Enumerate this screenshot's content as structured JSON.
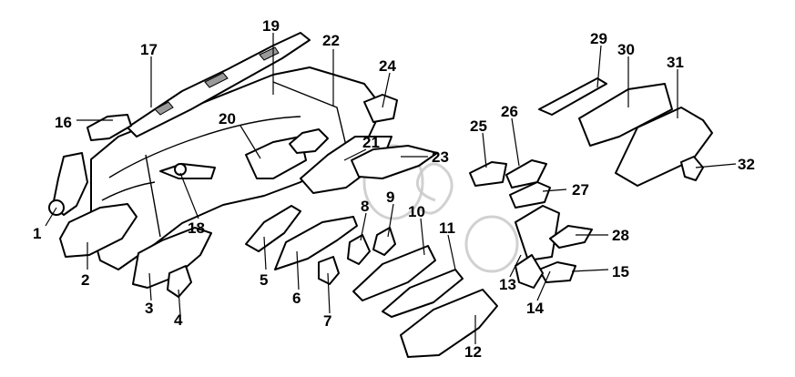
{
  "colors": {
    "line": "#000000",
    "background": "#ffffff",
    "watermark": "#c9c9c9"
  },
  "callouts": [
    "1",
    "2",
    "3",
    "4",
    "5",
    "6",
    "7",
    "8",
    "9",
    "10",
    "11",
    "12",
    "13",
    "14",
    "15",
    "16",
    "17",
    "18",
    "19",
    "20",
    "21",
    "22",
    "23",
    "24",
    "25",
    "26",
    "27",
    "28",
    "29",
    "30",
    "31",
    "32"
  ]
}
